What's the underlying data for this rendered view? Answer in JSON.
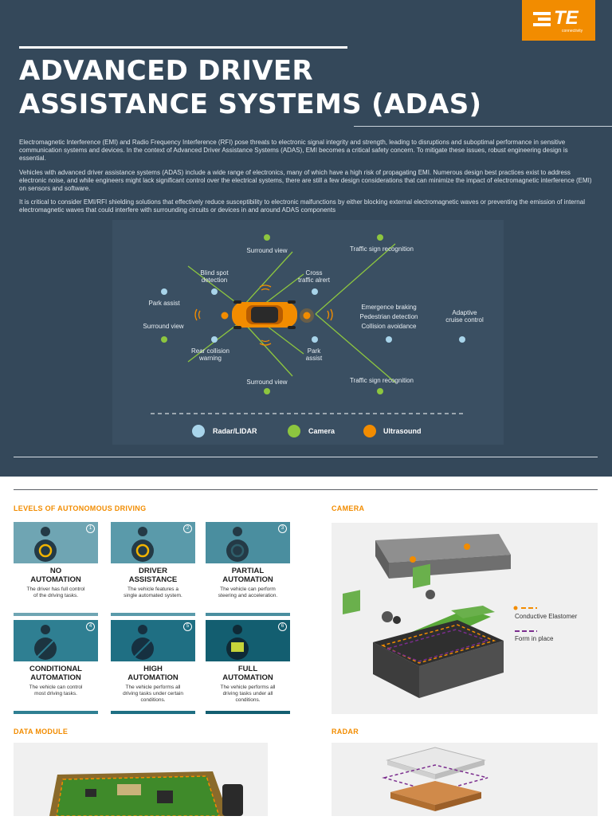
{
  "header": {
    "logo_text": "TE",
    "logo_tagline": "connectivity",
    "title_line1": "ADVANCED DRIVER",
    "title_line2": "ASSISTANCE SYSTEMS (ADAS)"
  },
  "intro": {
    "p1": "Electromagnetic Interference (EMI) and Radio Frequency Interference (RFI) pose threats to electronic signal integrity and strength, leading to disruptions and suboptimal performance in sensitive communication systems and devices. In the context of Advanced Driver Assistance Systems (ADAS), EMI becomes a critical safety concern. To mitigate these issues, robust engineering design is essential.",
    "p2": "Vehicles with advanced driver assistance systems (ADAS) include a wide range of electronics, many of which have a high risk of propagating EMI. Numerous design best practices exist to address electronic noise, and while engineers might lack significant control over the electrical systems, there are still a few design considerations that can minimize the impact of electromagnetic interference (EMI) on sensors and software.",
    "p3": "It is critical to consider EMI/RFI shielding solutions that effectively reduce susceptibility to electronic malfunctions by either blocking external electromagnetic waves or preventing the emission of internal electromagnetic waves that could interfere with surrounding circuits or devices in and around ADAS components"
  },
  "diagram": {
    "labels": {
      "surround_top": "Surround view",
      "traffic_top": "Traffic sign recognition",
      "blind_spot": "Blind spot\ndetection",
      "cross_traffic": "Cross\ntraffic alrert",
      "park_assist_left": "Park assist",
      "surround_left": "Surround view",
      "emergence": "Emergence braking\nPedestrian detection\nCollision avoidance",
      "adaptive": "Adaptive\ncruise control",
      "rear_collision": "Rear collision\nwarning",
      "park_assist_right": "Park\nassist",
      "surround_bottom": "Surround view",
      "traffic_bottom": "Traffic sign recognition"
    },
    "legend": {
      "radar": "Radar/LIDAR",
      "camera": "Camera",
      "ultrasound": "Ultrasound"
    },
    "colors": {
      "radar": "#a8d4ea",
      "camera": "#8dc63f",
      "ultrasound": "#f28c00"
    }
  },
  "levels": {
    "heading": "LEVELS OF AUTONOMOUS DRIVING",
    "items": [
      {
        "num": "1",
        "name": "NO\nAUTOMATION",
        "desc": "The driver has full control of the driving tasks."
      },
      {
        "num": "2",
        "name": "DRIVER\nASSISTANCE",
        "desc": "The vehicle features a single automated system."
      },
      {
        "num": "3",
        "name": "PARTIAL\nAUTOMATION",
        "desc": "The vehicle can perform steering and acceleration."
      },
      {
        "num": "4",
        "name": "CONDITIONAL\nAUTOMATION",
        "desc": "The vehicle can control most driving tasks."
      },
      {
        "num": "5",
        "name": "HIGH\nAUTOMATION",
        "desc": "The vehicle performs all driving tasks under certain conditions."
      },
      {
        "num": "6",
        "name": "FULL\nAUTOMATION",
        "desc": "The vehicle performs all driving tasks under all conditions."
      }
    ]
  },
  "camera": {
    "heading": "CAMERA",
    "legend1": "Conductive Elastomer",
    "legend2": "Form in place"
  },
  "data_module": {
    "heading": "DATA MODULE"
  },
  "radar": {
    "heading": "RADAR"
  }
}
